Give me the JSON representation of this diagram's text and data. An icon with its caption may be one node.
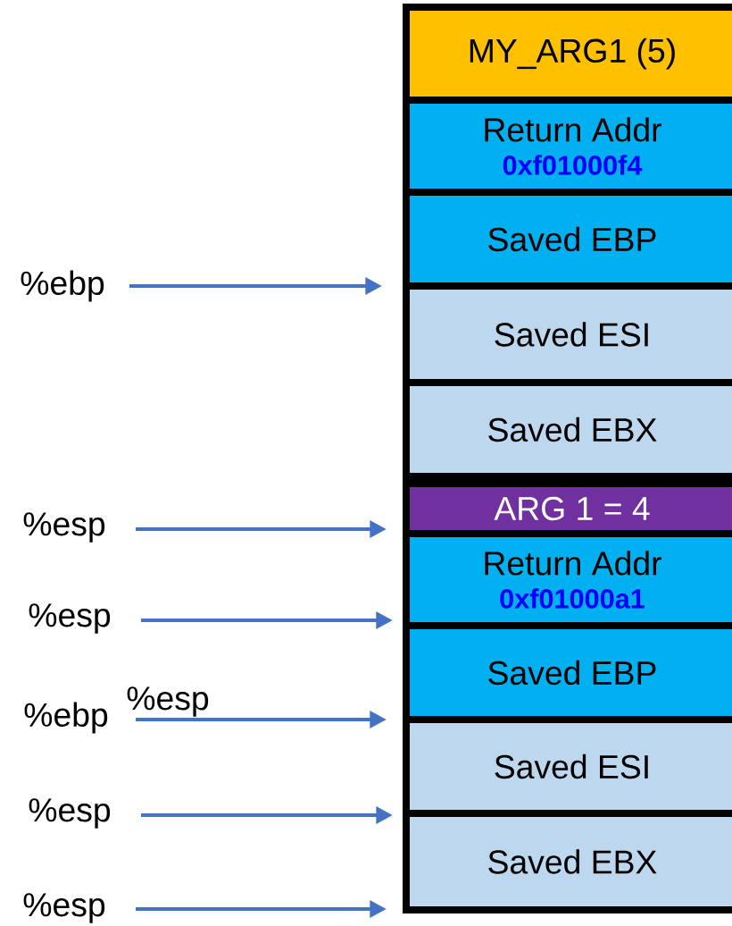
{
  "diagram": {
    "nodes": [
      {
        "text": [
          "MY_ARG1 (5)"
        ]
      },
      {
        "text": [
          "Return Addr",
          "0xf01000f4"
        ]
      },
      {
        "text": [
          "Saved EBP"
        ]
      },
      {
        "text": [
          "Saved ESI"
        ]
      },
      {
        "text": [
          "Saved EBX"
        ]
      },
      {
        "text": [
          "ARG 1 = 4"
        ]
      },
      {
        "text": [
          "Return Addr",
          "0xf01000a1"
        ]
      },
      {
        "text": [
          "Saved EBP"
        ]
      },
      {
        "text": [
          "Saved ESI"
        ]
      },
      {
        "text": [
          "Saved EBX"
        ]
      },
      {
        "text": [
          "%ebp"
        ]
      },
      {
        "text": [
          "%esp"
        ]
      },
      {
        "text": [
          "%esp"
        ]
      },
      {
        "text": [
          "%ebp"
        ]
      },
      {
        "text": [
          "%esp"
        ]
      },
      {
        "text": [
          "%esp"
        ]
      }
    ],
    "edges": [
      {
        "from": 10,
        "to": null,
        "arrow": "to"
      },
      {
        "from": 11,
        "to": null,
        "arrow": "to"
      },
      {
        "from": 12,
        "to": null,
        "arrow": "to"
      },
      {
        "from": 13,
        "to": null,
        "arrow": "to"
      },
      {
        "from": 14,
        "to": null,
        "arrow": "to"
      },
      {
        "from": 15,
        "to": null,
        "arrow": "to"
      }
    ],
    "labels": [
      "%esp"
    ]
  }
}
